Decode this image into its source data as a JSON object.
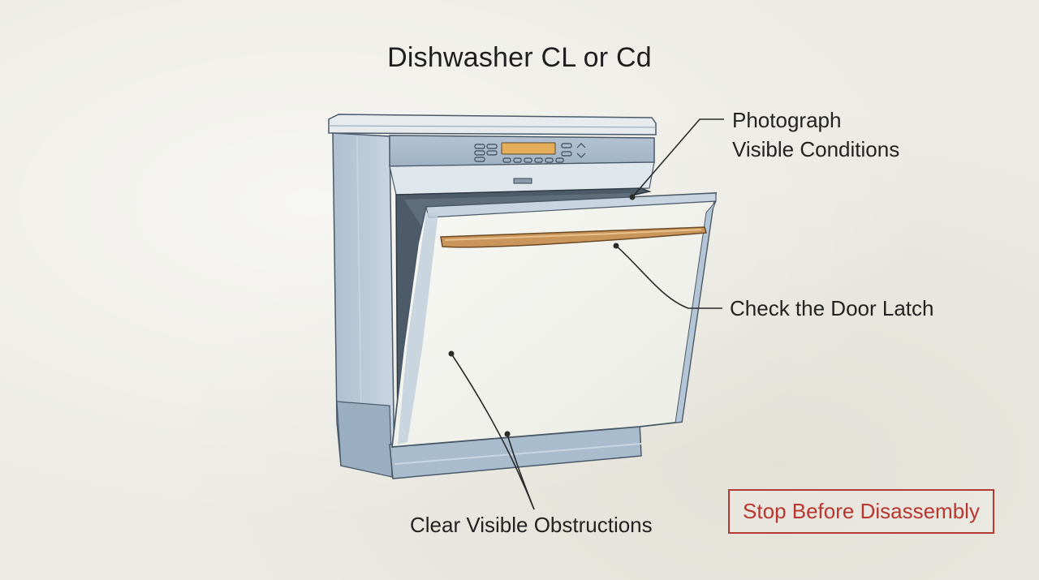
{
  "title": "Dishwasher CL or Cd",
  "callouts": {
    "photograph_line1": "Photograph",
    "photograph_line2": "Visible Conditions",
    "door_latch": "Check the Door Latch",
    "clear_obstructions": "Clear Visible Obstructions"
  },
  "warning": "Stop Before Disassembly",
  "colors": {
    "background": "#ecebe4",
    "appliance_blue": "#b9c8d6",
    "handle": "#c9955a",
    "display": "#e4ad5a",
    "warning_red": "#b7362f"
  }
}
